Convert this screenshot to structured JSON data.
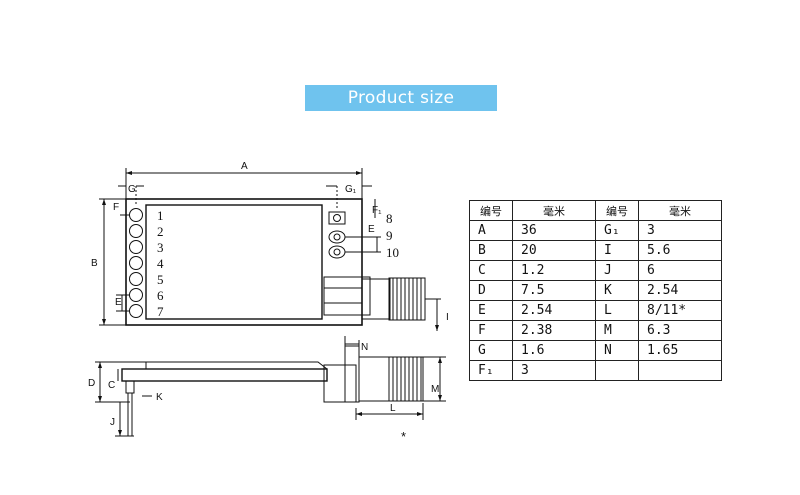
{
  "banner": {
    "title": "Product size"
  },
  "top_view": {
    "dimension_labels": [
      "A",
      "G",
      "G₁",
      "F",
      "B",
      "E",
      "F₁",
      "E",
      "I"
    ],
    "pin_numbers": [
      "1",
      "2",
      "3",
      "4",
      "5",
      "6",
      "7"
    ],
    "right_pin_numbers": [
      "8",
      "9",
      "10"
    ]
  },
  "side_view": {
    "dimension_labels": [
      "D",
      "C",
      "K",
      "J",
      "N",
      "M",
      "L"
    ],
    "note_mark": "*"
  },
  "spec_table": {
    "headers": [
      "编号",
      "毫米",
      "编号",
      "毫米"
    ],
    "rows": [
      [
        "A",
        "36",
        "G₁",
        "3"
      ],
      [
        "B",
        "20",
        "I",
        "5.6"
      ],
      [
        "C",
        "1.2",
        "J",
        "6"
      ],
      [
        "D",
        "7.5",
        "K",
        "2.54"
      ],
      [
        "E",
        "2.54",
        "L",
        "8/11*"
      ],
      [
        "F",
        "2.38",
        "M",
        "6.3"
      ],
      [
        "G",
        "1.6",
        "N",
        "1.65"
      ],
      [
        "F₁",
        "3",
        "",
        ""
      ]
    ]
  }
}
